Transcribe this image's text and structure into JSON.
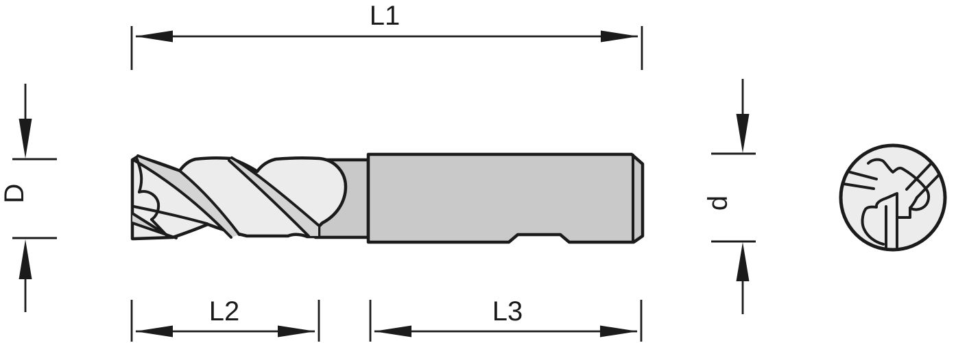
{
  "diagram": {
    "title": "end-mill-technical-drawing",
    "dimensions": {
      "overall_length": {
        "label": "L1"
      },
      "flute_length": {
        "label": "L2"
      },
      "shank_length": {
        "label": "L3"
      },
      "cutting_diameter": {
        "label": "D"
      },
      "shank_diameter": {
        "label": "d"
      }
    },
    "colors": {
      "line": "#1b1b1b",
      "flute_body": "#ececec",
      "flute_band": "#d4d4d4",
      "shank": "#c9c9c9",
      "background": "#ffffff"
    }
  }
}
